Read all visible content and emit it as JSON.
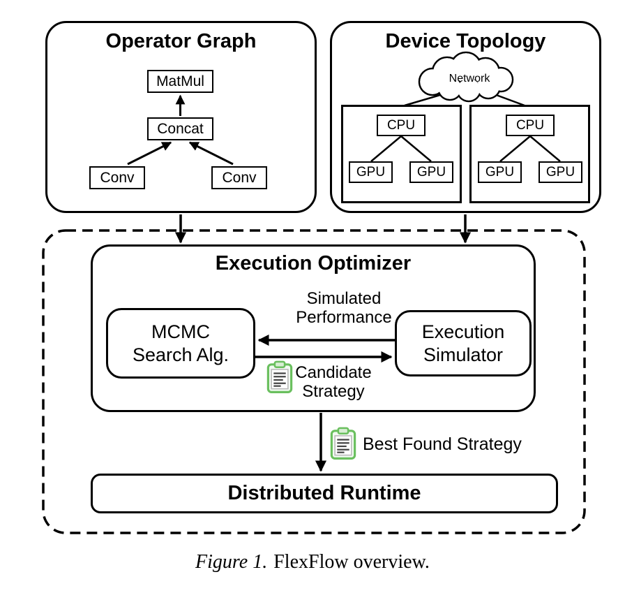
{
  "operator_graph": {
    "title": "Operator Graph",
    "nodes": {
      "matmul": "MatMul",
      "concat": "Concat",
      "conv_left": "Conv",
      "conv_right": "Conv"
    }
  },
  "device_topology": {
    "title": "Device Topology",
    "network_label": "Network",
    "machines": [
      {
        "cpu": "CPU",
        "gpus": [
          "GPU",
          "GPU"
        ]
      },
      {
        "cpu": "CPU",
        "gpus": [
          "GPU",
          "GPU"
        ]
      }
    ]
  },
  "execution_optimizer": {
    "title": "Execution Optimizer",
    "mcmc": {
      "line1": "MCMC",
      "line2": "Search Alg."
    },
    "simulator": {
      "line1": "Execution",
      "line2": "Simulator"
    },
    "simulated_performance": {
      "line1": "Simulated",
      "line2": "Performance"
    },
    "candidate_strategy": {
      "line1": "Candidate",
      "line2": "Strategy"
    }
  },
  "best_found_strategy": "Best Found Strategy",
  "distributed_runtime": "Distributed Runtime",
  "caption": {
    "figure_label": "Figure 1.",
    "text": "FlexFlow overview."
  },
  "colors": {
    "stroke_black": "#000000",
    "background": "#ffffff",
    "clipboard_green": "#6abf5e"
  }
}
